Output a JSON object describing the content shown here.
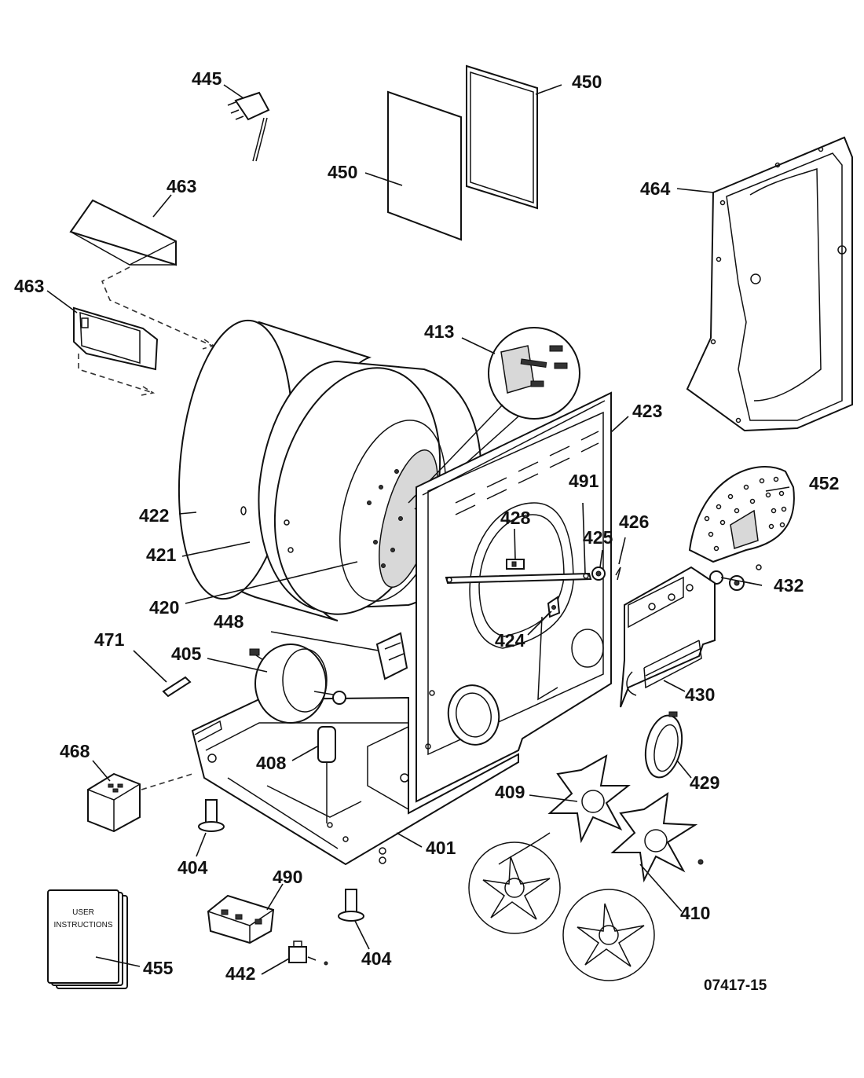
{
  "labels": {
    "l445": "445",
    "l450a": "450",
    "l450b": "450",
    "l463a": "463",
    "l463b": "463",
    "l464": "464",
    "l413": "413",
    "l423": "423",
    "l452": "452",
    "l491": "491",
    "l428": "428",
    "l425": "425",
    "l426": "426",
    "l432": "432",
    "l422": "422",
    "l421": "421",
    "l420": "420",
    "l424": "424",
    "l448": "448",
    "l471": "471",
    "l405": "405",
    "l430": "430",
    "l468": "468",
    "l408": "408",
    "l429": "429",
    "l409": "409",
    "l401": "401",
    "l404a": "404",
    "l404b": "404",
    "l490": "490",
    "l410": "410",
    "l455": "455",
    "l442": "442"
  },
  "manual": {
    "line1": "USER",
    "line2": "INSTRUCTIONS"
  },
  "diagram_code": "07417-15"
}
